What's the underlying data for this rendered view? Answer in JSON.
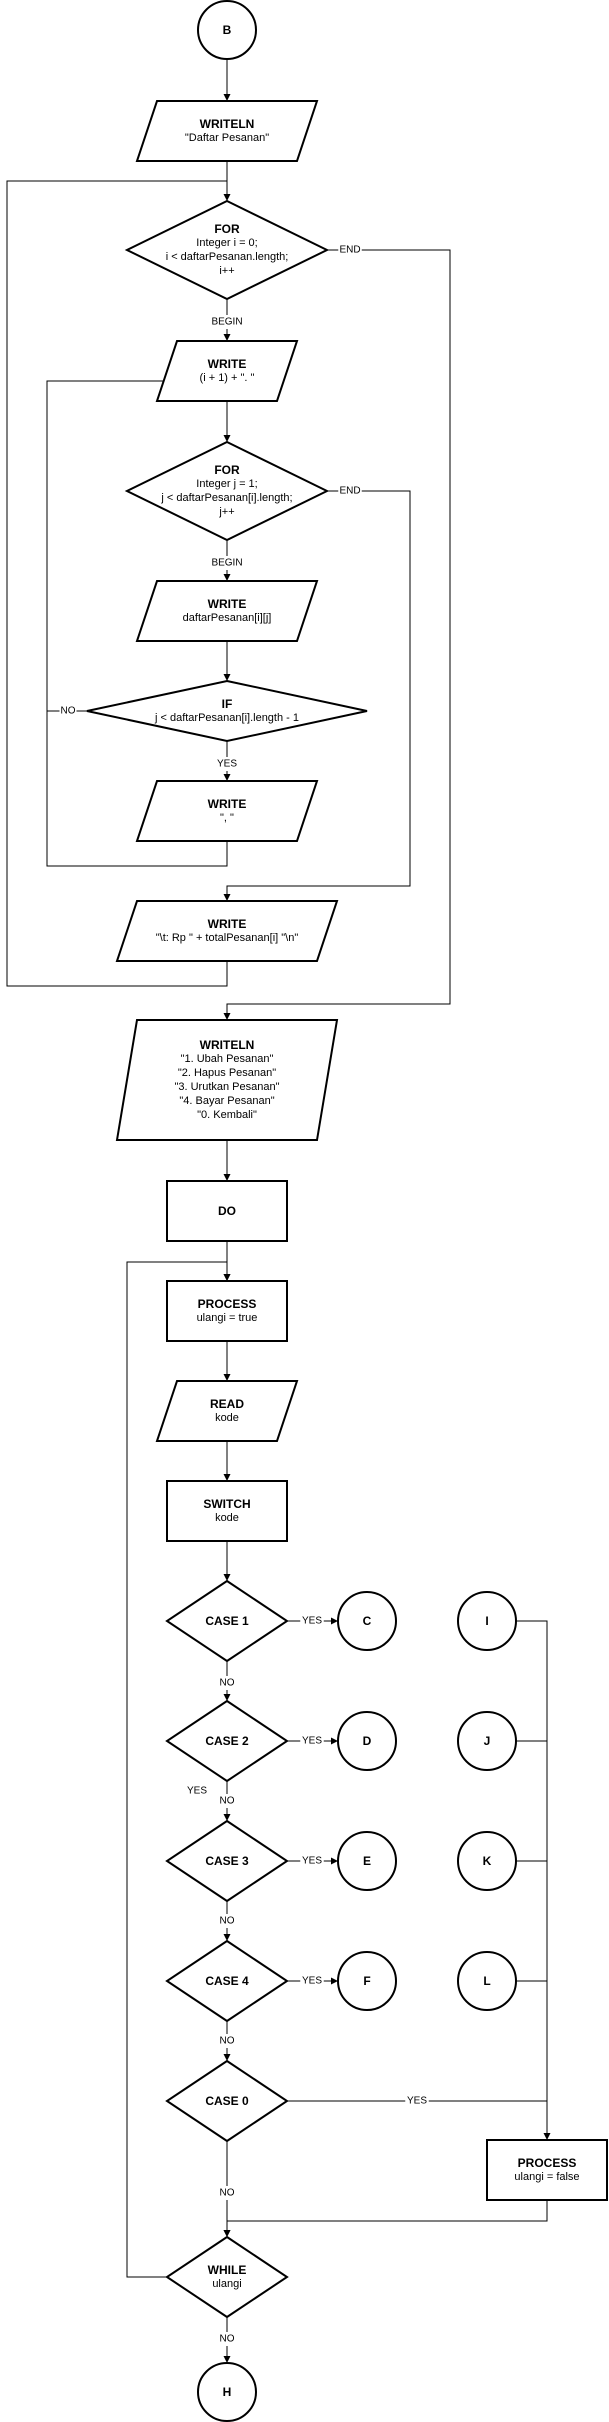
{
  "nodes": {
    "start": {
      "lines": [
        "B"
      ]
    },
    "writeln1": {
      "lines": [
        "WRITELN",
        "\"Daftar Pesanan\""
      ]
    },
    "for_i": {
      "lines": [
        "FOR",
        "Integer i = 0;",
        "i < daftarPesanan.length;",
        "i++"
      ]
    },
    "write_idx": {
      "lines": [
        "WRITE",
        "(i + 1) + \". \""
      ]
    },
    "for_j": {
      "lines": [
        "FOR",
        "Integer j = 1;",
        "j < daftarPesanan[i].length;",
        "j++"
      ]
    },
    "write_item": {
      "lines": [
        "WRITE",
        "daftarPesanan[i][j]"
      ]
    },
    "if_last": {
      "lines": [
        "IF",
        "j < daftarPesanan[i].length - 1"
      ]
    },
    "write_sep": {
      "lines": [
        "WRITE",
        "\", \""
      ]
    },
    "write_total": {
      "lines": [
        "WRITE",
        "\"\\t: Rp \" + totalPesanan[i] \"\\n\""
      ]
    },
    "writeln_menu": {
      "lines": [
        "WRITELN",
        "\"1. Ubah Pesanan\"",
        "\"2. Hapus Pesanan\"",
        "\"3. Urutkan Pesanan\"",
        "\"4. Bayar Pesanan\"",
        "\"0. Kembali\""
      ]
    },
    "do": {
      "lines": [
        "DO"
      ]
    },
    "process_true": {
      "lines": [
        "PROCESS",
        "ulangi = true"
      ]
    },
    "read_kode": {
      "lines": [
        "READ",
        "kode"
      ]
    },
    "switch": {
      "lines": [
        "SWITCH",
        "kode"
      ]
    },
    "case1": {
      "lines": [
        "CASE 1"
      ]
    },
    "case2": {
      "lines": [
        "CASE 2"
      ]
    },
    "case3": {
      "lines": [
        "CASE 3"
      ]
    },
    "case4": {
      "lines": [
        "CASE 4"
      ]
    },
    "case0": {
      "lines": [
        "CASE 0"
      ]
    },
    "conn_c": {
      "lines": [
        "C"
      ]
    },
    "conn_d": {
      "lines": [
        "D"
      ]
    },
    "conn_e": {
      "lines": [
        "E"
      ]
    },
    "conn_f": {
      "lines": [
        "F"
      ]
    },
    "conn_i": {
      "lines": [
        "I"
      ]
    },
    "conn_j": {
      "lines": [
        "J"
      ]
    },
    "conn_k": {
      "lines": [
        "K"
      ]
    },
    "conn_l": {
      "lines": [
        "L"
      ]
    },
    "process_false": {
      "lines": [
        "PROCESS",
        "ulangi = false"
      ]
    },
    "while": {
      "lines": [
        "WHILE",
        "ulangi"
      ]
    },
    "end": {
      "lines": [
        "H"
      ]
    }
  },
  "edge_labels": {
    "for_i_end": "END",
    "for_i_begin": "BEGIN",
    "for_j_end": "END",
    "for_j_begin": "BEGIN",
    "if_no": "NO",
    "if_yes": "YES",
    "case1_yes": "YES",
    "case1_no": "NO",
    "case2_yes": "YES",
    "case2_yes_extra": "YES",
    "case2_no": "NO",
    "case3_yes": "YES",
    "case3_no": "NO",
    "case4_yes": "YES",
    "case4_no": "NO",
    "case0_yes": "YES",
    "case0_no": "NO",
    "while_no": "NO"
  }
}
